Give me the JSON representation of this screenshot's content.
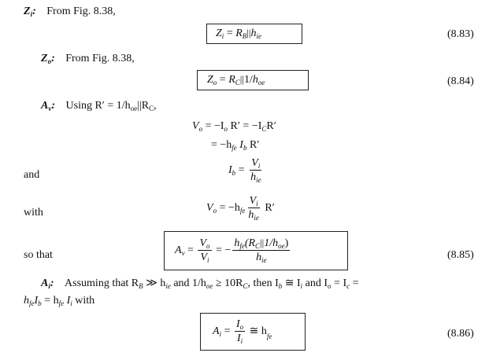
{
  "zi": {
    "label": "Z",
    "label_sub": "i",
    "colon": ":",
    "text": "From Fig. 8.38,",
    "formula": {
      "lhs": "Z",
      "lhs_sub": "i",
      "eq": " = ",
      "r": "R",
      "r_sub": "B",
      "par": "||",
      "h": "h",
      "h_sub": "ie"
    },
    "eqnum": "(8.83)"
  },
  "zo": {
    "label": "Z",
    "label_sub": "o",
    "colon": ":",
    "text": "From Fig. 8.38,",
    "formula": {
      "lhs": "Z",
      "lhs_sub": "o",
      "eq": " = ",
      "r": "R",
      "r_sub": "C",
      "par": "||",
      "tail": "1/",
      "h": "h",
      "h_sub": "oe"
    },
    "eqnum": "(8.84)"
  },
  "av": {
    "label": "A",
    "label_sub": "v",
    "colon": ":",
    "text": "Using R′ = 1/h",
    "text_sub": "oe",
    "text2": "||R",
    "text2_sub": "C",
    "text3": ",",
    "line1": {
      "v": "V",
      "v_sub": "o",
      "mid": " = −I",
      "i_sub": "o",
      "mid2": " R′ = −I",
      "c_sub": "C",
      "end": "R′"
    },
    "line2": {
      "pre": "= −h",
      "h_sub": "fe",
      "i": " I",
      "i_sub": "b",
      "end": " R′"
    },
    "and_word": "and",
    "ib": {
      "lhs": "I",
      "lhs_sub": "b",
      "eq": " = ",
      "num": "V",
      "num_sub": "i",
      "den": "h",
      "den_sub": "ie"
    },
    "with_word": "with",
    "vo": {
      "lhs": "V",
      "lhs_sub": "o",
      "eq": " = −h",
      "h_sub": "fe",
      "num": "V",
      "num_sub": "i",
      "den": "h",
      "den_sub": "ie",
      "end": " R′"
    },
    "sothat_word": "so that",
    "box": {
      "lhs": "A",
      "lhs_sub": "v",
      "eq": " = ",
      "num1": "V",
      "num1_sub": "o",
      "den1": "V",
      "den1_sub": "i",
      "eq2": " = −",
      "num2_h": "h",
      "num2_h_sub": "fe",
      "num2_r": "(R",
      "num2_r_sub": "C",
      "num2_par": "||",
      "num2_tail": "1/h",
      "num2_tail_sub": "oe",
      "num2_close": ")",
      "den2": "h",
      "den2_sub": "ie"
    },
    "eqnum": "(8.85)"
  },
  "ai": {
    "label": "A",
    "label_sub": "i",
    "colon": ":",
    "line1": {
      "t1": "Assuming that R",
      "t1_sub": "B",
      "t2": " ≫ h",
      "t2_sub": "ie",
      "t3": " and 1/h",
      "t3_sub": "oe",
      "t4": " ≥ 10R",
      "t4_sub": "C",
      "t5": ", then I",
      "t5_sub": "b",
      "t6": " ≅ I",
      "t6_sub": "i",
      "t7": " and I",
      "t7_sub": "o",
      "t8": " = I",
      "t8_sub": "c",
      "t9": " ="
    },
    "line2": {
      "h": "h",
      "h_sub": "fe",
      "i": "I",
      "i_sub": "b",
      "eq": " = h",
      "eq_sub": "fe",
      "ii": " I",
      "ii_sub": "i",
      "end": " with"
    },
    "box": {
      "lhs": "A",
      "lhs_sub": "i",
      "eq": " = ",
      "num": "I",
      "num_sub": "o",
      "den": "I",
      "den_sub": "i",
      "approx": " ≅ h",
      "approx_sub": "fe"
    },
    "eqnum": "(8.86)"
  }
}
